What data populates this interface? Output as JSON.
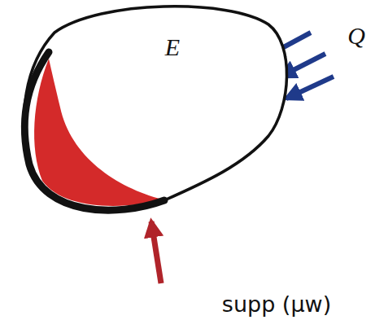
{
  "diagram": {
    "nodes": [
      {
        "text": [
          "E"
        ]
      }
    ],
    "labels": [
      "Q",
      "supp (μw)"
    ]
  }
}
